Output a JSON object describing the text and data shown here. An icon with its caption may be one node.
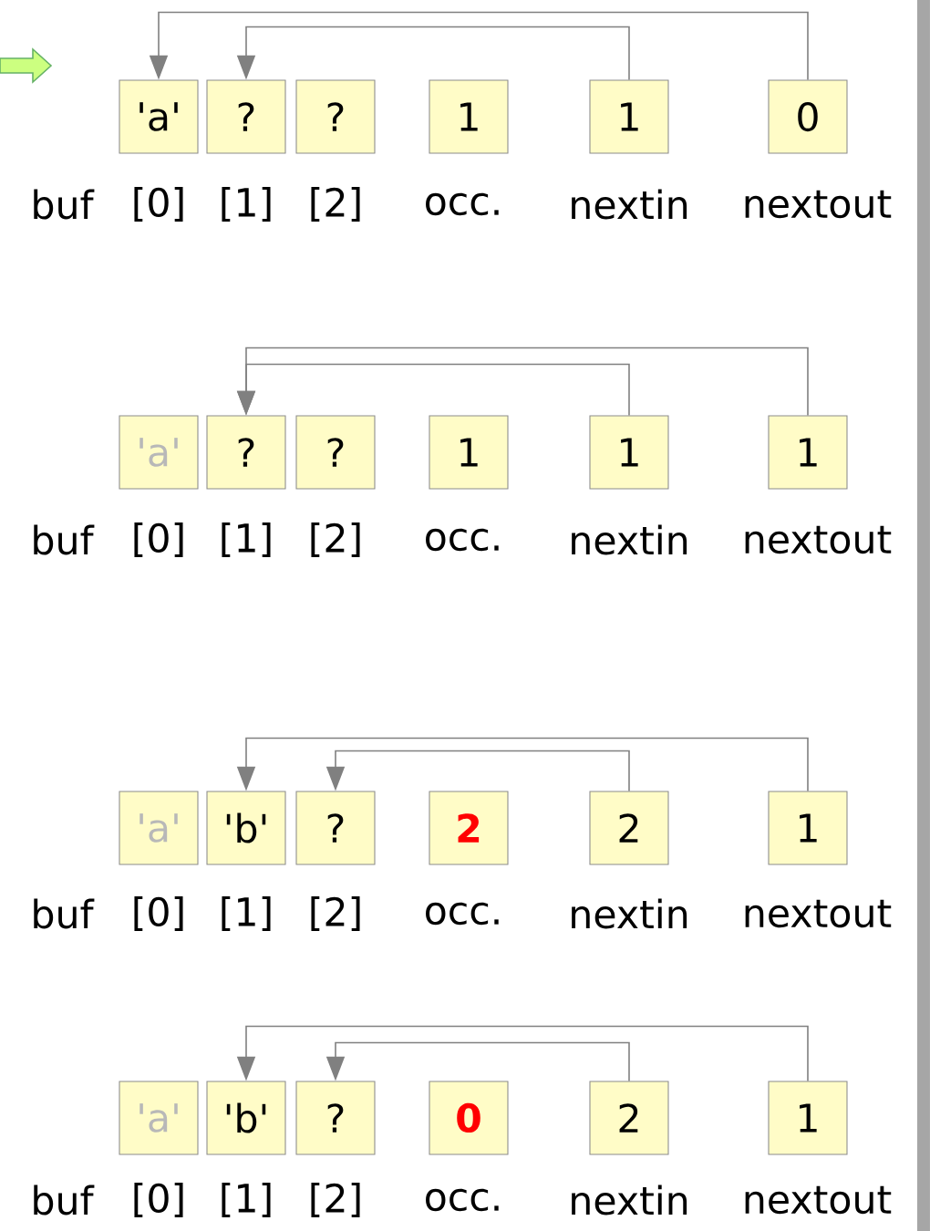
{
  "diagram": {
    "nodes": [
      {
        "text": [
          "'a'"
        ]
      },
      {
        "text": [
          "?"
        ]
      },
      {
        "text": [
          "?"
        ]
      },
      {
        "text": [
          "1"
        ]
      },
      {
        "text": [
          "1"
        ]
      },
      {
        "text": [
          "0"
        ]
      },
      {
        "text": [
          "'a'"
        ]
      },
      {
        "text": [
          "?"
        ]
      },
      {
        "text": [
          "?"
        ]
      },
      {
        "text": [
          "1"
        ]
      },
      {
        "text": [
          "1"
        ]
      },
      {
        "text": [
          "1"
        ]
      },
      {
        "text": [
          "'a'"
        ]
      },
      {
        "text": [
          "'b'"
        ]
      },
      {
        "text": [
          "?"
        ]
      },
      {
        "text": [
          "2"
        ]
      },
      {
        "text": [
          "2"
        ]
      },
      {
        "text": [
          "1"
        ]
      },
      {
        "text": [
          "'a'"
        ]
      },
      {
        "text": [
          "'b'"
        ]
      },
      {
        "text": [
          "?"
        ]
      },
      {
        "text": [
          "0"
        ]
      },
      {
        "text": [
          "2"
        ]
      },
      {
        "text": [
          "1"
        ]
      }
    ],
    "edges": [
      {
        "from": 4,
        "to": 1,
        "arrow": "to"
      },
      {
        "from": 5,
        "to": 0,
        "arrow": "to"
      },
      {
        "from": 10,
        "to": 7,
        "arrow": "to"
      },
      {
        "from": 11,
        "to": 7,
        "arrow": "to"
      },
      {
        "from": 16,
        "to": 14,
        "arrow": "to"
      },
      {
        "from": 17,
        "to": 13,
        "arrow": "to"
      },
      {
        "from": 22,
        "to": 20,
        "arrow": "to"
      },
      {
        "from": 23,
        "to": 19,
        "arrow": "to"
      }
    ],
    "labels": [
      "buf",
      "[0]",
      "[1]",
      "[2]",
      "occ.",
      "nextin",
      "nextout",
      "buf",
      "[0]",
      "[1]",
      "[2]",
      "occ.",
      "nextin",
      "nextout",
      "buf",
      "[0]",
      "[1]",
      "[2]",
      "occ.",
      "nextin",
      "nextout",
      "buf",
      "[0]",
      "[1]",
      "[2]",
      "occ.",
      "nextin",
      "nextout"
    ]
  }
}
